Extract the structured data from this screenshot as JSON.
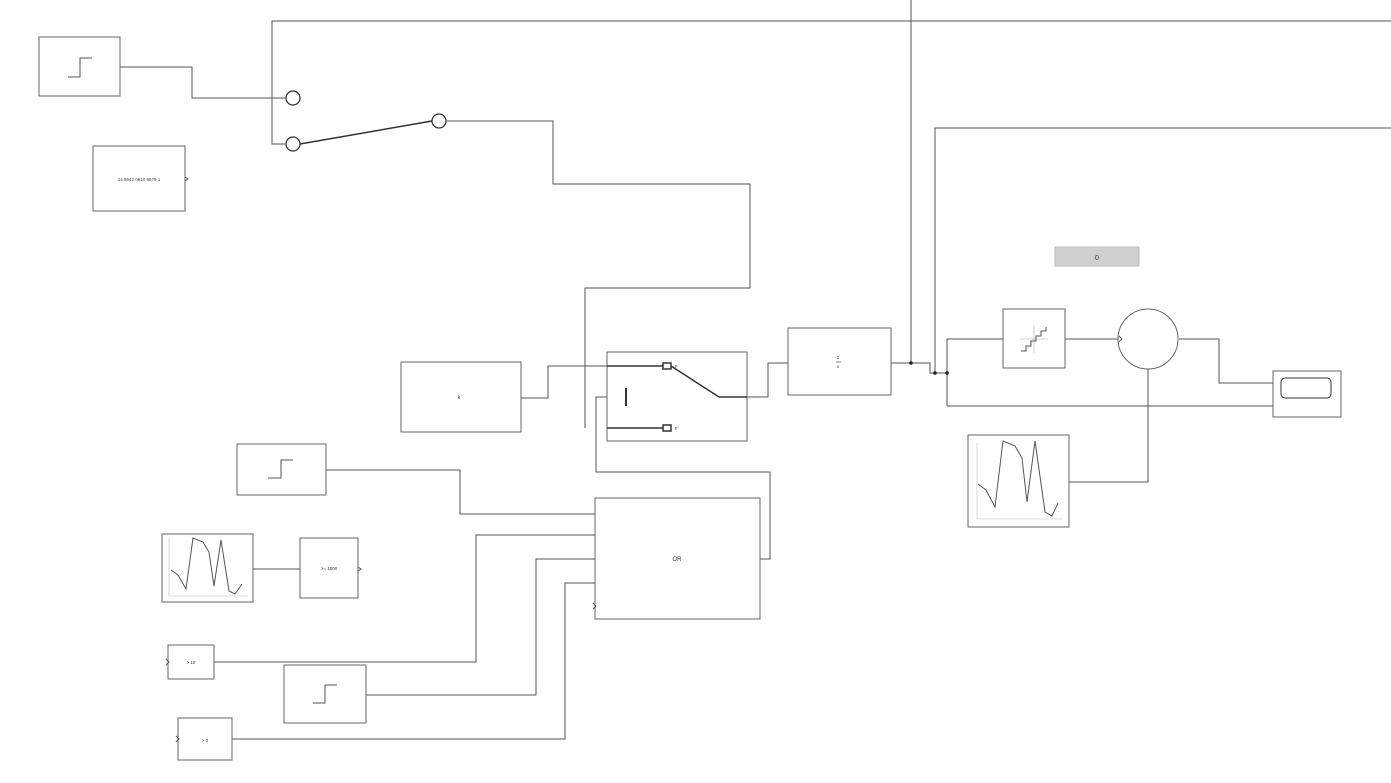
{
  "diagram": {
    "blocks": {
      "constant_value": "14.8542 0610 6579 1",
      "gain_value": "k",
      "switch_in_top": "F",
      "switch_in_bottom": "F",
      "integrator_top": "1",
      "integrator_bottom": "s",
      "display_value": "0",
      "logic_op": "OR",
      "compare_1000": ">= 1000",
      "compare_10": "> 10",
      "compare_0": "> 0"
    },
    "colors": {
      "line": "#555555",
      "block_border": "#666666",
      "display_bg": "#d0d0d0"
    }
  }
}
